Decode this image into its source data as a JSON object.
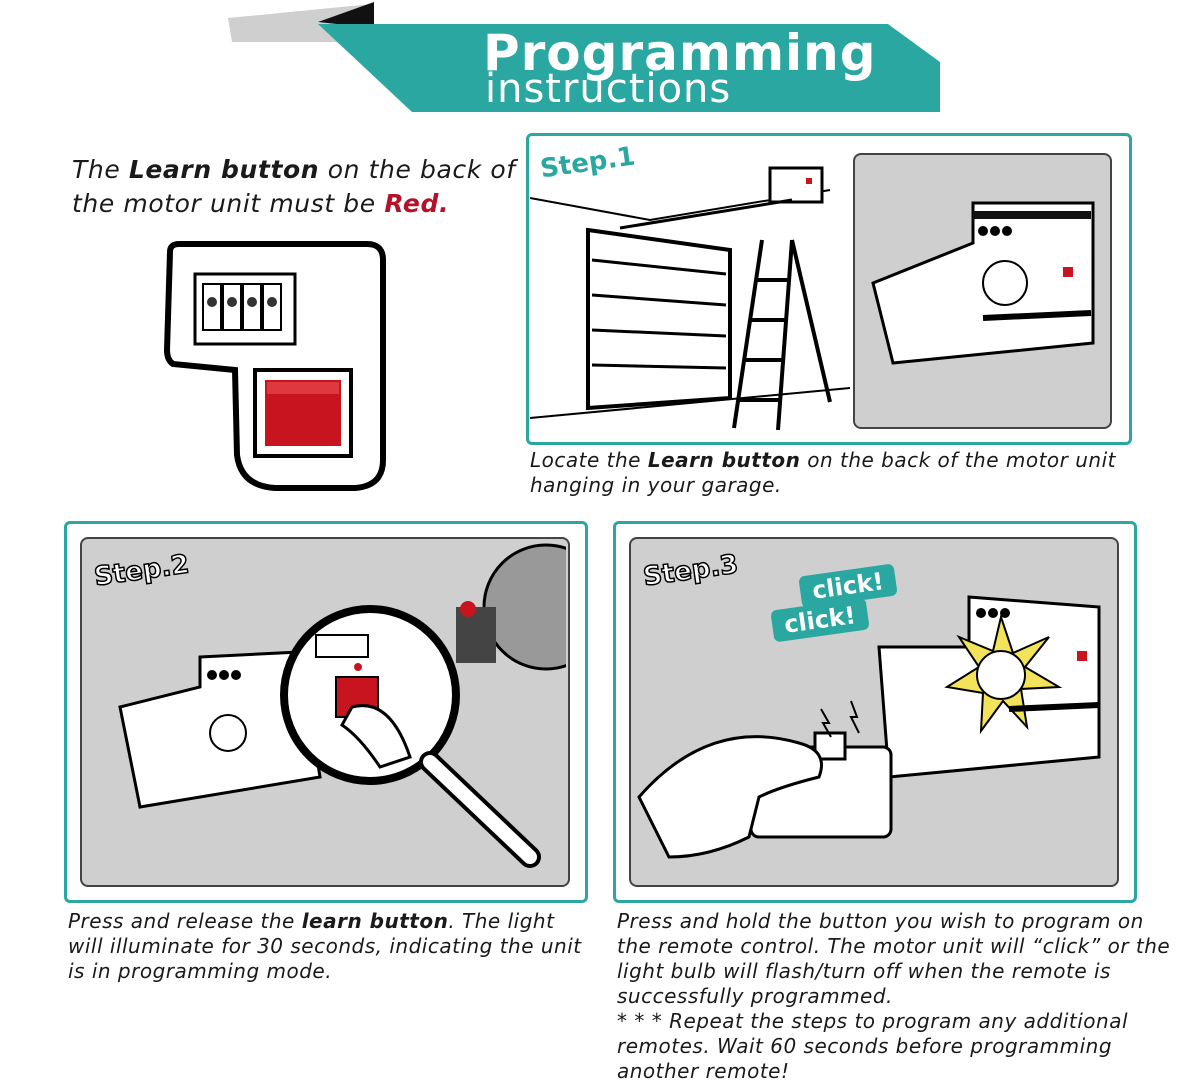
{
  "header": {
    "title_line1": "Programming",
    "title_line2": "instructions"
  },
  "intro": {
    "prefix": "The ",
    "learn": "Learn button",
    "middle": " on the back of the motor unit must be ",
    "red_word": "Red."
  },
  "step1": {
    "label": "Step.1",
    "caption_prefix": "Locate the ",
    "caption_bold": "Learn button",
    "caption_suffix": " on the back of the motor unit hanging in your garage."
  },
  "step2": {
    "label": "Step.2",
    "caption_prefix": "Press and release the ",
    "caption_bold": "learn button",
    "caption_suffix": ". The light will illuminate for 30 seconds, indicating the unit is in programming mode."
  },
  "step3": {
    "label": "Step.3",
    "click1": "click!",
    "click2": "click!",
    "caption_main": "Press and hold the button you wish to program on the remote control. The motor unit will “click” or the light bulb will flash/turn off when the remote is successfully programmed.",
    "caption_note": "* * * Repeat the steps to program any additional remotes. Wait 60 seconds before programming another remote!"
  },
  "colors": {
    "teal": "#2aa7a1",
    "red": "#b3122b",
    "panel_gray": "#cfcfcf"
  }
}
